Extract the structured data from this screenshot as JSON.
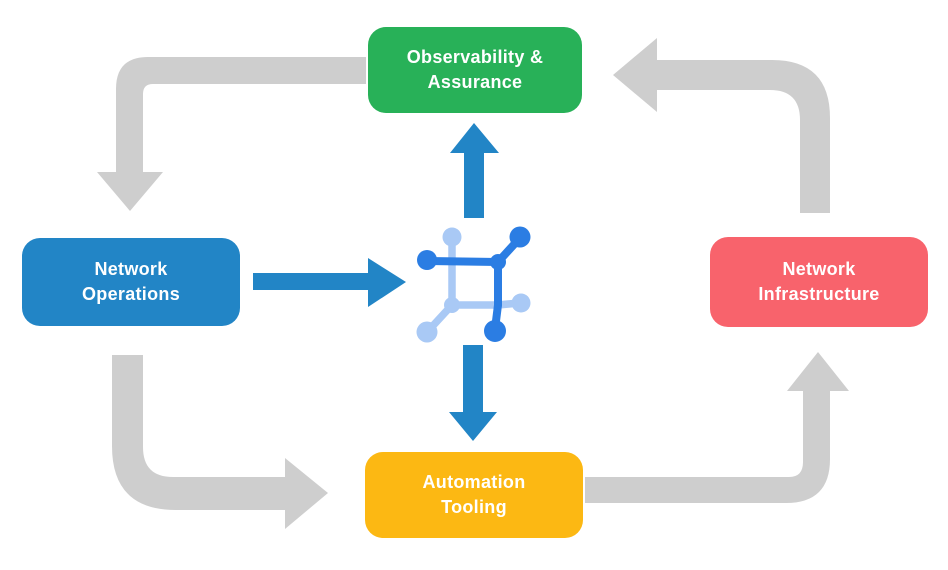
{
  "background": "#ffffff",
  "nodes": {
    "observability": {
      "line1": "Observability &",
      "line2": "Assurance",
      "color": "#28b158"
    },
    "operations": {
      "line1": "Network",
      "line2": "Operations",
      "color": "#2285c6"
    },
    "infrastructure": {
      "line1": "Network",
      "line2": "Infrastructure",
      "color": "#f8636c"
    },
    "automation": {
      "line1": "Automation",
      "line2": "Tooling",
      "color": "#fcb813"
    }
  },
  "icon": {
    "name": "network-nodes-icon",
    "dark_color": "#2b7de3",
    "light_color": "#a9c9f5"
  },
  "arrows": {
    "gray_color": "#cecece",
    "blue_color": "#2285c6",
    "flow": [
      "observability-assurance -> network-operations",
      "network-operations -> center-icon",
      "center-icon -> observability-assurance",
      "center-icon -> automation-tooling",
      "network-operations -> automation-tooling",
      "automation-tooling -> network-infrastructure",
      "network-infrastructure -> observability-assurance"
    ]
  }
}
